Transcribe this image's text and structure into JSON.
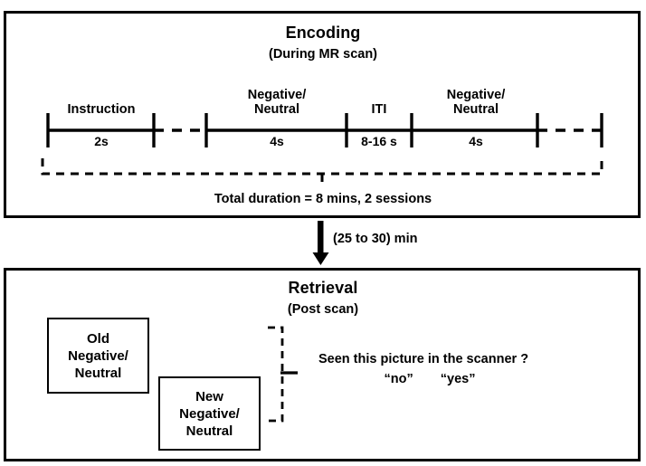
{
  "encoding": {
    "title": "Encoding",
    "subtitle": "(During MR scan)",
    "segments": [
      {
        "label": "Instruction",
        "duration": "2s"
      },
      {
        "label": "Negative/\nNeutral",
        "duration": "4s"
      },
      {
        "label": "ITI",
        "duration": "8-16 s"
      },
      {
        "label": "Negative/\nNeutral",
        "duration": "4s"
      }
    ],
    "total_duration": "Total duration = 8 mins, 2 sessions"
  },
  "transition": {
    "label": "(25 to 30) min",
    "arrow": "down-arrow-icon"
  },
  "retrieval": {
    "title": "Retrieval",
    "subtitle": "(Post scan)",
    "stimulus_boxes": [
      {
        "name": "old",
        "text": "Old\nNegative/\nNeutral"
      },
      {
        "name": "new",
        "text": "New\nNegative/\nNeutral"
      }
    ],
    "question": "Seen this picture in the scanner ?",
    "options": [
      "“no”",
      "“yes”"
    ]
  },
  "colors": {
    "ink": "#000000",
    "background": "#ffffff"
  }
}
